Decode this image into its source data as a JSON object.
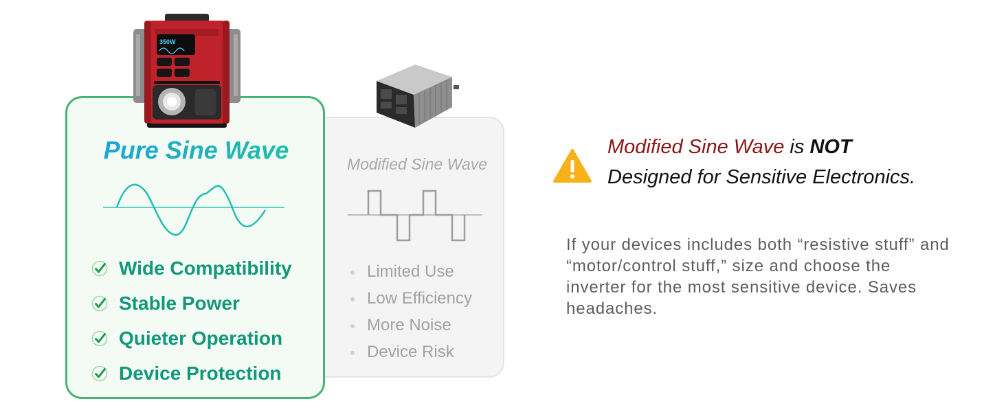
{
  "pure": {
    "title": "Pure Sine Wave",
    "features": [
      "Wide Compatibility",
      "Stable Power",
      "Quieter Operation",
      "Device Protection"
    ],
    "device_display": "350W"
  },
  "modified": {
    "title": "Modified Sine Wave",
    "features": [
      "Limited Use",
      "Low Efficiency",
      "More Noise",
      "Device Risk"
    ]
  },
  "warning": {
    "highlight": "Modified Sine Wave",
    "connector": " is ",
    "emphasis": "NOT",
    "line2": "Designed for Sensitive Electronics.",
    "icon": "warning-triangle-icon"
  },
  "note": "If your devices includes both “resistive stuff” and “motor/control stuff,” size and choose the inverter for the most sensitive device. Saves headaches.",
  "colors": {
    "pure_border": "#47b475",
    "pure_text": "#12977b",
    "warning_red": "#8b1414",
    "warning_icon": "#f7b21b"
  }
}
